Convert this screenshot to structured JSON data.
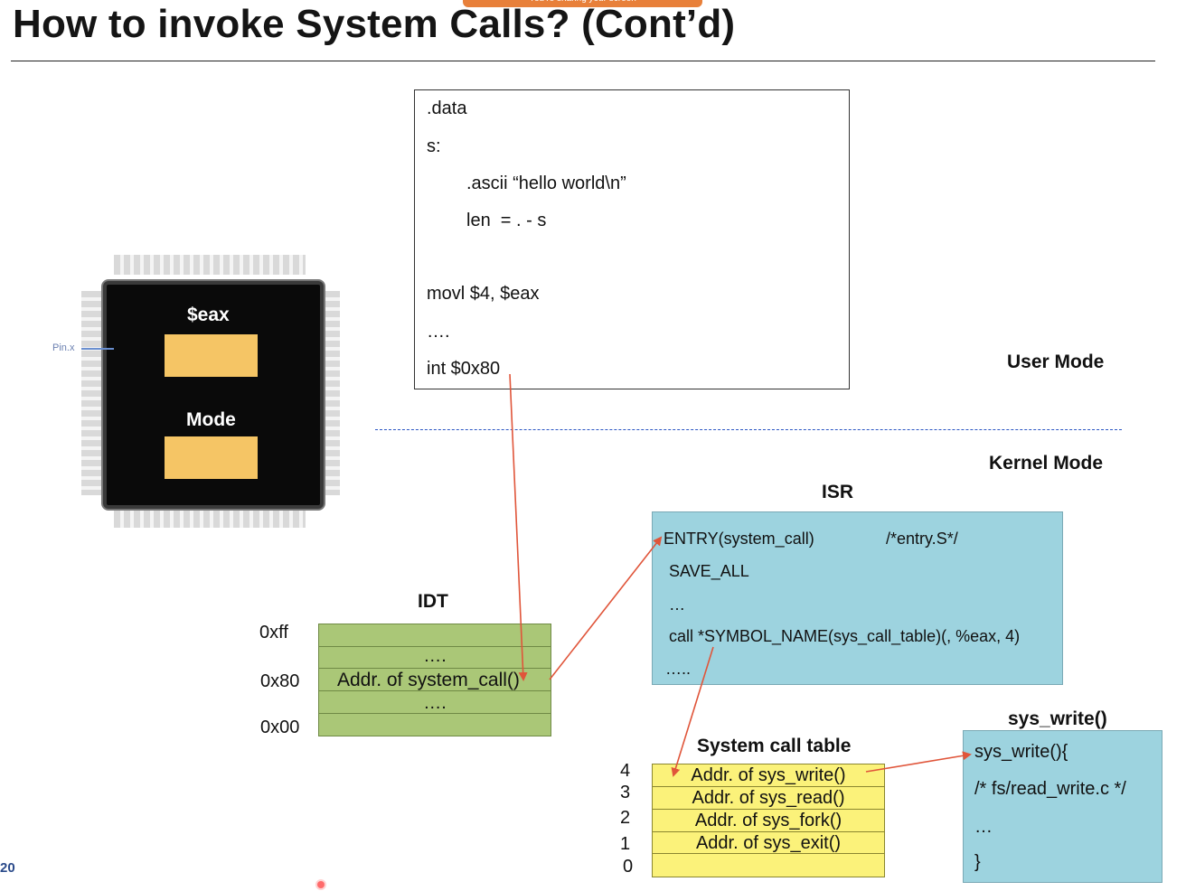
{
  "slide": {
    "title": "How to invoke System Calls? (Cont’d)",
    "share_banner": "You’re sharing your screen",
    "page_number": "20"
  },
  "code": {
    "lines": [
      ".data",
      "s:",
      ".ascii “hello world\\n”",
      "len  = . - s",
      "movl $4, $eax",
      "….",
      "int $0x80"
    ]
  },
  "modes": {
    "user": "User Mode",
    "kernel": "Kernel Mode"
  },
  "chip": {
    "reg1_label": "$eax",
    "reg2_label": "Mode",
    "pin_label": "Pin.x"
  },
  "isr": {
    "title": "ISR",
    "lines": [
      "ENTRY(system_call)",
      "/*entry.S*/",
      "SAVE_ALL",
      "…",
      "call *SYMBOL_NAME(sys_call_table)(, %eax, 4)",
      "….."
    ]
  },
  "idt": {
    "title": "IDT",
    "addresses": [
      "0xff",
      "0x80",
      "0x00"
    ],
    "rows": [
      "….",
      "Addr. of system_call()",
      "…."
    ]
  },
  "syscall_table": {
    "title": "System call table",
    "indices": [
      "4",
      "3",
      "2",
      "1",
      "0"
    ],
    "entries": [
      "Addr. of sys_write()",
      "Addr. of sys_read()",
      "Addr. of sys_fork()",
      "Addr. of sys_exit()",
      ""
    ]
  },
  "sys_write": {
    "title": "sys_write()",
    "lines": [
      "sys_write(){",
      "/* fs/read_write.c */",
      "…",
      "}"
    ]
  },
  "colors": {
    "arrow": "#e0553a",
    "dash": "#2b56c4",
    "isr_fill": "#9dd3df",
    "idt_fill": "#aac777",
    "table_fill": "#fbf27a",
    "register_fill": "#f5c565"
  }
}
